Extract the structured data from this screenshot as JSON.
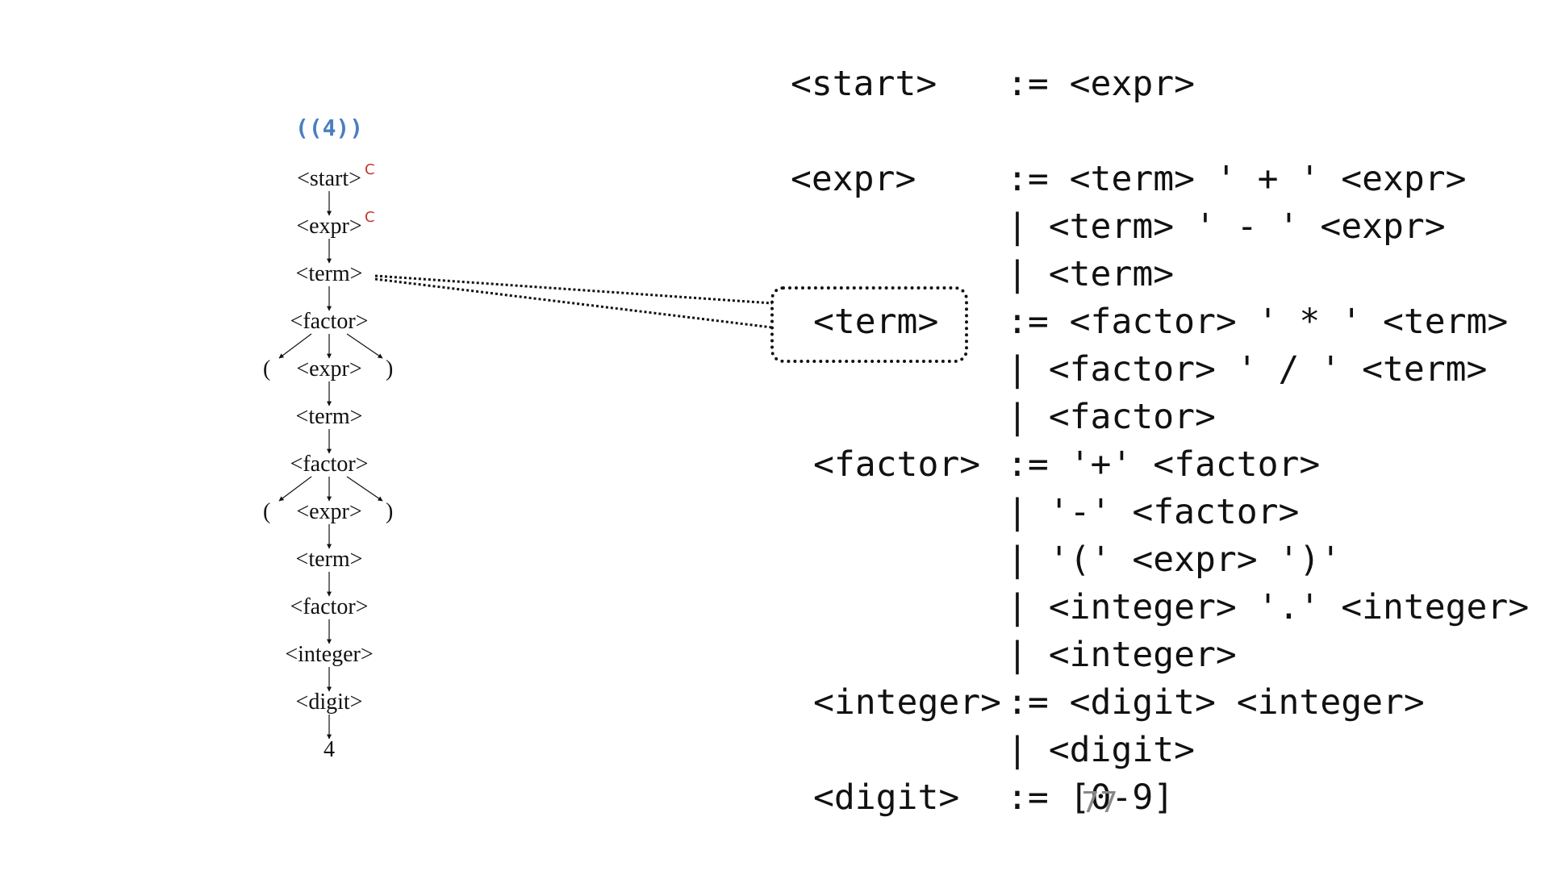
{
  "tree": {
    "input": "((4))",
    "nodes": [
      "<start>",
      "<expr>",
      "<term>",
      "<factor>",
      "<expr>",
      "<term>",
      "<factor>",
      "<expr>",
      "<term>",
      "<factor>",
      "<integer>",
      "<digit>",
      "4"
    ],
    "marks": [
      "C",
      "C"
    ],
    "parens": [
      "(",
      ")",
      "(",
      ")"
    ]
  },
  "callout": {
    "label": "<term>"
  },
  "grammar": {
    "rules": [
      {
        "lhs": "<start>",
        "alts": [
          ":= <expr>"
        ]
      },
      {
        "lhs": "<expr>",
        "alts": [
          ":= <term> ' + ' <expr>",
          "| <term> ' - ' <expr>",
          "| <term>"
        ]
      },
      {
        "lhs": "<term>",
        "alts": [
          ":= <factor> ' * ' <term>",
          "| <factor> ' / ' <term>",
          "| <factor>"
        ]
      },
      {
        "lhs": "<factor>",
        "alts": [
          ":= '+' <factor>",
          "| '-' <factor>",
          "| '(' <expr> ')'",
          "| <integer> '.' <integer>",
          "| <integer>"
        ]
      },
      {
        "lhs": "<integer>",
        "alts": [
          ":= <digit> <integer>",
          "| <digit>"
        ]
      },
      {
        "lhs": "<digit>",
        "alts": [
          ":= [0-9]"
        ]
      }
    ]
  },
  "slide_number": "77"
}
